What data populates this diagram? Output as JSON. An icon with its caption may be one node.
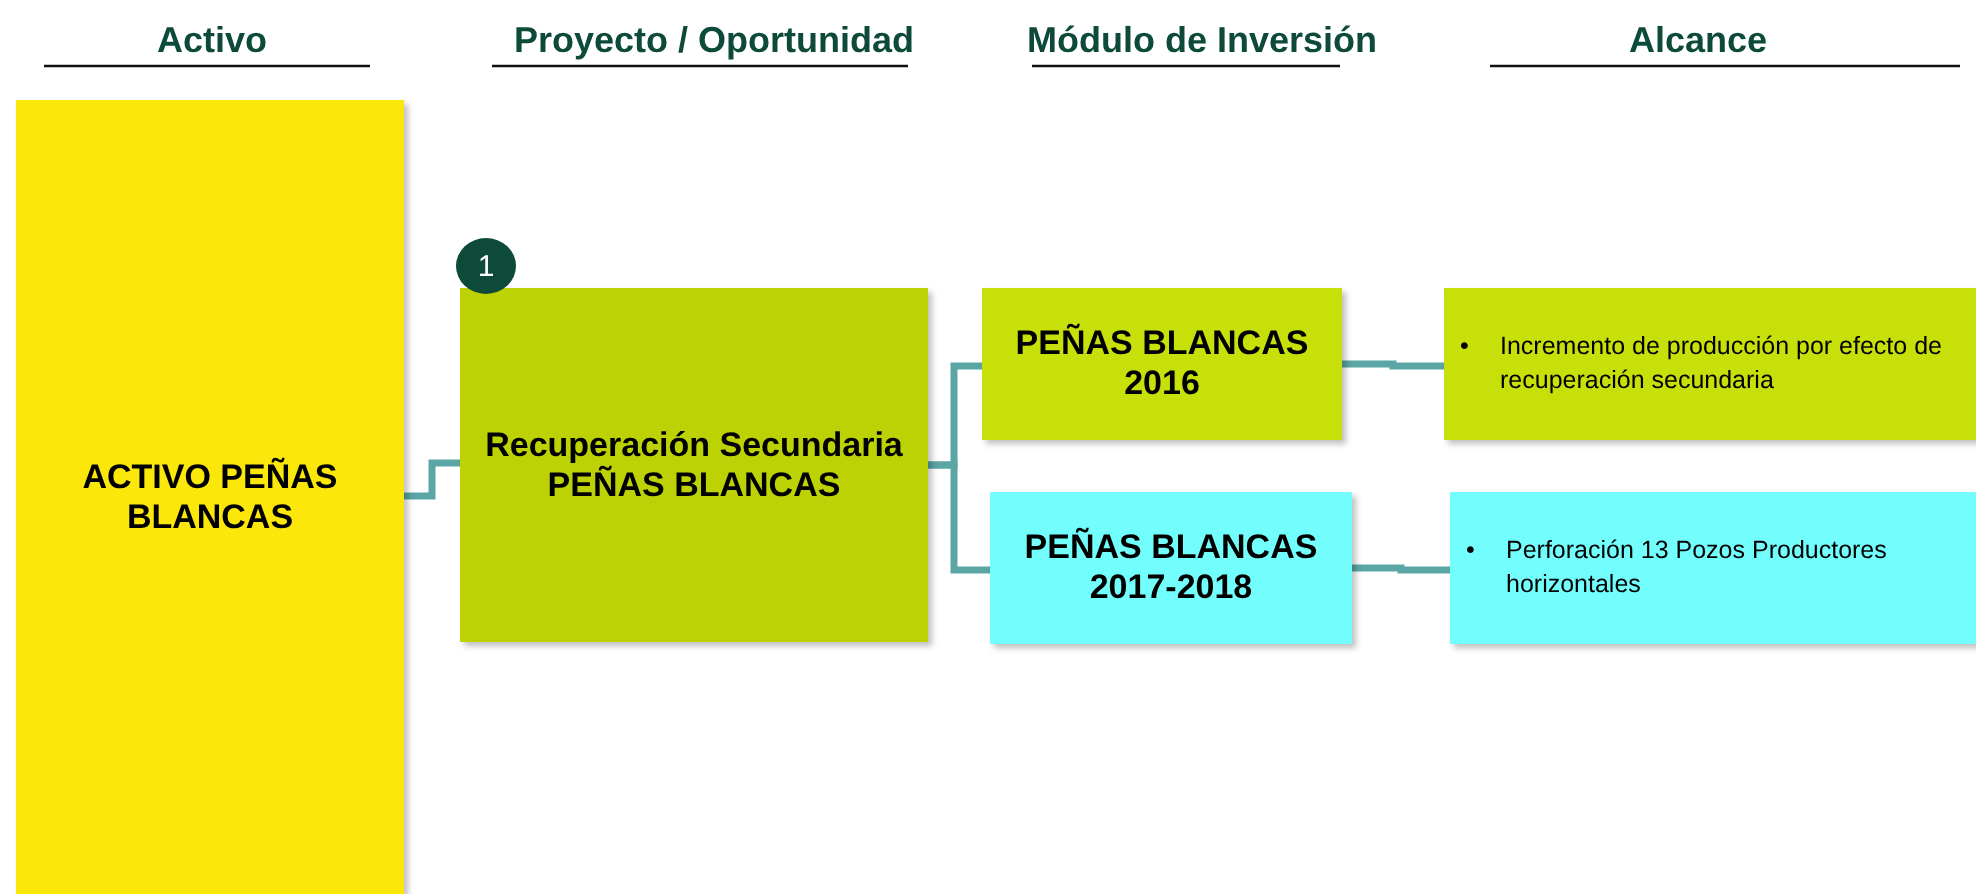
{
  "diagram": {
    "nodes": [
      {
        "text": [
          "ACTIVO PEÑAS BLANCAS"
        ]
      },
      {
        "text": [
          "Recuperación Secundaria PEÑAS BLANCAS"
        ]
      },
      {
        "text": [
          "PEÑAS BLANCAS 2016"
        ]
      },
      {
        "text": [
          "PEÑAS BLANCAS 2017-2018"
        ]
      },
      {
        "text": [
          "•",
          "Incremento de producción por efecto de recuperación secundaria"
        ]
      },
      {
        "text": [
          "•",
          "Perforación 13 Pozos Productores horizontales"
        ]
      }
    ],
    "edges": [
      {
        "from": 0,
        "to": 1,
        "arrow": "none"
      },
      {
        "from": 1,
        "to": 2,
        "arrow": "none"
      },
      {
        "from": 1,
        "to": 3,
        "arrow": "none"
      },
      {
        "from": 2,
        "to": 4,
        "arrow": "none"
      },
      {
        "from": 3,
        "to": 5,
        "arrow": "none"
      }
    ],
    "labels": [
      "Activo",
      "Proyecto / Oportunidad",
      "Módulo de Inversión",
      "Alcance",
      "1"
    ]
  }
}
